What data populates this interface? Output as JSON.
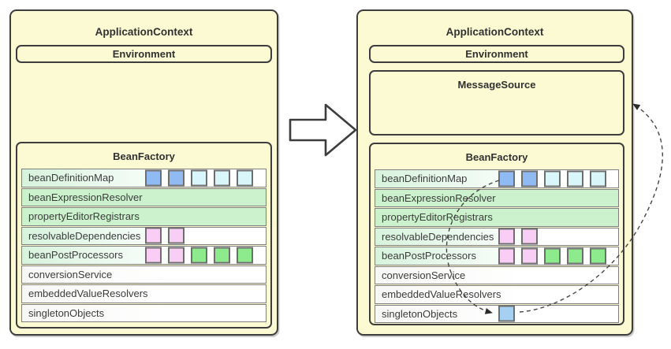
{
  "colors": {
    "box_fill": "#fbfad2",
    "box_border": "#3d3d3d",
    "row_border": "#7f7f7f",
    "row_solid_green": "#cbf2cc",
    "row_gradient_from": "#d7f3dd",
    "row_gradient_to": "#ffffff",
    "square_border": "#6e6e6e",
    "square_blue": "#8fbbf2",
    "square_cyan": "#d9f6fa",
    "square_pink": "#f9cef5",
    "square_green": "#8deb8d",
    "square_skyblue": "#a5d0f2",
    "arrow_dash": "#454545",
    "block_arrow_fill": "#ffffff",
    "block_arrow_border": "#3d3d3d"
  },
  "left_diagram": {
    "title": "ApplicationContext",
    "environment": "Environment",
    "bean_factory": {
      "title": "BeanFactory",
      "rows": [
        {
          "label": "beanDefinitionMap",
          "fill": "gradient",
          "squares": [
            "blue",
            "blue",
            "cyan",
            "cyan",
            "cyan"
          ]
        },
        {
          "label": "beanExpressionResolver",
          "fill": "solid",
          "squares": []
        },
        {
          "label": "propertyEditorRegistrars",
          "fill": "solid",
          "squares": []
        },
        {
          "label": "resolvableDependencies",
          "fill": "gradient",
          "squares": [
            "pink",
            "pink"
          ]
        },
        {
          "label": "beanPostProcessors",
          "fill": "gradient",
          "squares": [
            "pink",
            "pink",
            "green",
            "green",
            "green"
          ]
        },
        {
          "label": "conversionService",
          "fill": "plain",
          "squares": []
        },
        {
          "label": "embeddedValueResolvers",
          "fill": "plain",
          "squares": []
        },
        {
          "label": "singletonObjects",
          "fill": "plain",
          "squares": []
        }
      ]
    }
  },
  "right_diagram": {
    "title": "ApplicationContext",
    "environment": "Environment",
    "message_source": "MessageSource",
    "bean_factory": {
      "title": "BeanFactory",
      "rows": [
        {
          "label": "beanDefinitionMap",
          "fill": "gradient",
          "squares": [
            "blue",
            "blue",
            "cyan",
            "cyan",
            "cyan"
          ]
        },
        {
          "label": "beanExpressionResolver",
          "fill": "solid",
          "squares": []
        },
        {
          "label": "propertyEditorRegistrars",
          "fill": "solid",
          "squares": []
        },
        {
          "label": "resolvableDependencies",
          "fill": "gradient",
          "squares": [
            "pink",
            "pink"
          ]
        },
        {
          "label": "beanPostProcessors",
          "fill": "gradient",
          "squares": [
            "pink",
            "pink",
            "green",
            "green",
            "green"
          ]
        },
        {
          "label": "conversionService",
          "fill": "plain",
          "squares": []
        },
        {
          "label": "embeddedValueResolvers",
          "fill": "plain",
          "squares": []
        },
        {
          "label": "singletonObjects",
          "fill": "plain",
          "squares": [
            "skyblue"
          ]
        }
      ]
    }
  },
  "transition_arrow": {
    "direction": "right"
  },
  "dashed_arrows": [
    {
      "from": "beanDefinitionMap blue square",
      "to": "singletonObjects blue square"
    },
    {
      "from": "singletonObjects blue square",
      "to": "MessageSource"
    }
  ]
}
